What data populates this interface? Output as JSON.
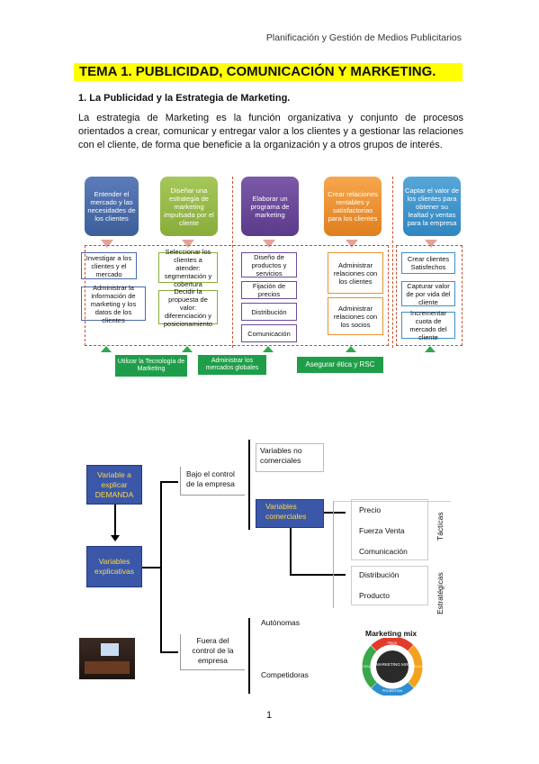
{
  "header": "Planificación y Gestión de Medios Publicitarios",
  "title": "TEMA 1. PUBLICIDAD, COMUNICACIÓN Y MARKETING.",
  "section": "1. La Publicidad y la Estrategia de Marketing.",
  "paragraph": "La estrategia de Marketing es la función organizativa y conjunto de procesos orientados a crear, comunicar y entregar valor a los clientes y a gestionar las relaciones con el cliente, de forma que beneficie a la organización y a otros grupos de interés.",
  "process": {
    "steps": [
      "Entender el mercado y las necesidades de los clientes",
      "Diseñar una estrategia de marketing impulsada por el cliente",
      "Elaborar un programa de marketing",
      "Crear relaciones rentables y satisfactorias para los clientes",
      "Captar el valor de los clientes para obtener su lealtad y ventas para la empresa"
    ],
    "col1": [
      "Investigar a los clientes y el mercado",
      "Administrar la información de marketing y los datos de los clientes"
    ],
    "col2": [
      "Seleccionar los clientes a atender: segmentación y cobertura",
      "Decidir la propuesta de valor: diferenciación y posicionamiento"
    ],
    "col3": [
      "Diseño de productos y servicios",
      "Fijación de precios",
      "Distribución",
      "Comunicación"
    ],
    "col4": [
      "Administrar relaciones con los clientes",
      "Administrar relaciones con los socios"
    ],
    "col5": [
      "Crear clientes Satisfechos",
      "Capturar valor de por vida del cliente",
      "Incrementar cuota de mercado del cliente"
    ],
    "foot": [
      "Utilizar la Tecnología de Marketing",
      "Administrar los mercados globales",
      "Asegurar ética y RSC"
    ]
  },
  "flow": {
    "var_demanda": "Variable a explicar DEMANDA",
    "var_explicativas": "Variables explicativas",
    "bajo_control": "Bajo el control de la empresa",
    "fuera_control": "Fuera del control de la empresa",
    "no_comerciales": "Variables no comerciales",
    "comerciales": "Variables comerciales",
    "tacticas_items": [
      "Precio",
      "Fuerza Venta",
      "Comunicación"
    ],
    "estrategicas_items": [
      "Distribución",
      "Producto"
    ],
    "tacticas": "Tácticas",
    "estrategicas": "Estratégicas",
    "autonomas": "Autónomas",
    "competidoras": "Competidoras",
    "mix_title": "Marketing mix",
    "mix_center": "MARKETING MIX",
    "mix_segments": [
      "PRICE",
      "PLACE",
      "PROMOTION",
      "PRODUCT"
    ]
  },
  "page_number": "1",
  "colors": {
    "highlight": "#ffff00",
    "blue": "#4a6aa6",
    "green": "#1f9e49",
    "orange": "#e8912f"
  }
}
